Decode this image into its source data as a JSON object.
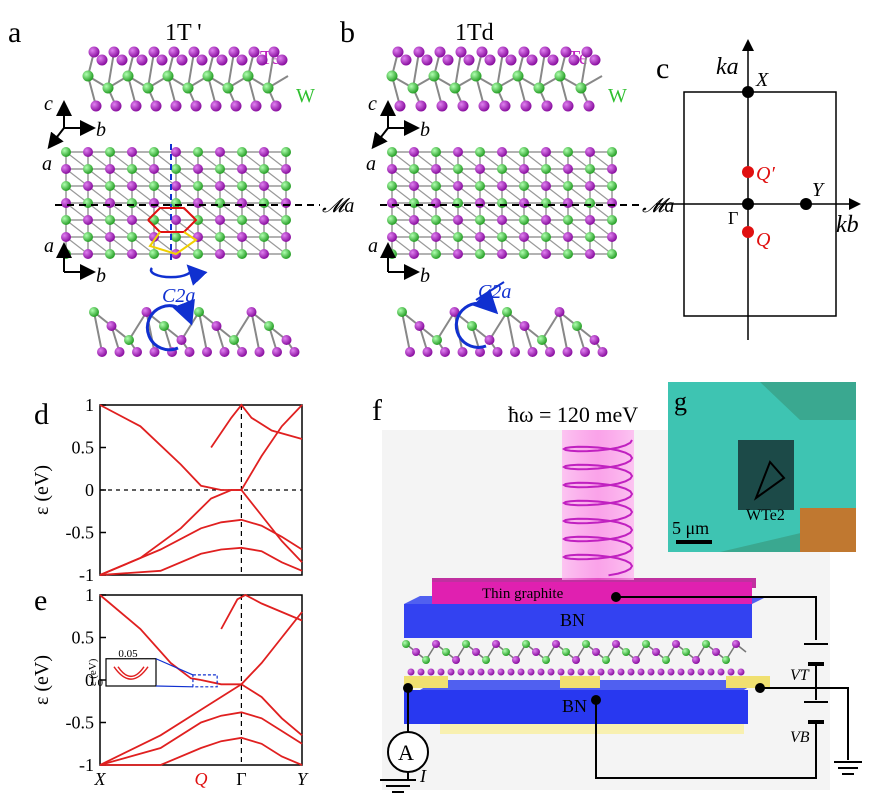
{
  "panel_letters": {
    "a": "a",
    "b": "b",
    "c": "c",
    "d": "d",
    "e": "e",
    "f": "f",
    "g": "g"
  },
  "panel_a": {
    "title": "1T '",
    "te_label": "Te",
    "w_label": "W",
    "axis_c": "c",
    "axis_b": "b",
    "axis_a": "a",
    "mirror_label": "𝓜a",
    "c2_label": "C2a"
  },
  "panel_b": {
    "title": "1Td",
    "te_label": "Te",
    "w_label": "W",
    "axis_c": "c",
    "axis_b": "b",
    "axis_a": "a",
    "mirror_label": "𝓜a",
    "c2_label": "C2a"
  },
  "panel_c": {
    "ka": "ka",
    "kb": "kb",
    "X": "X",
    "Y": "Y",
    "Gamma": "Γ",
    "Q": "Q",
    "Qp": "Q′"
  },
  "colors": {
    "te": "#a020b0",
    "w": "#40c840",
    "band": "#e02020",
    "accent_blue": "#1030d0",
    "q_red": "#e01010"
  },
  "chart_data": [
    {
      "type": "line",
      "panel": "d",
      "ylabel": "ε (eV)",
      "ylim": [
        -1,
        1
      ],
      "yticks": [
        "1",
        "0.5",
        "0",
        "-0.5",
        "-1"
      ],
      "gamma_x": 0.7,
      "series": [
        {
          "x": [
            0.0,
            0.2,
            0.4,
            0.5,
            0.6,
            0.7,
            0.8,
            0.9,
            1.0
          ],
          "y": [
            1.05,
            0.75,
            0.3,
            0.05,
            0.0,
            0.0,
            -0.3,
            -0.6,
            -0.85
          ]
        },
        {
          "x": [
            0.0,
            0.2,
            0.4,
            0.55,
            0.65,
            0.7,
            0.8,
            0.9,
            1.0
          ],
          "y": [
            -1.1,
            -0.8,
            -0.45,
            -0.1,
            0.0,
            0.0,
            0.4,
            0.75,
            1.0
          ]
        },
        {
          "x": [
            0.0,
            0.3,
            0.5,
            0.6,
            0.7,
            0.8,
            0.9,
            1.0
          ],
          "y": [
            -1.1,
            -0.7,
            -0.45,
            -0.38,
            -0.35,
            -0.42,
            -0.55,
            -0.7
          ]
        },
        {
          "x": [
            0.0,
            0.3,
            0.5,
            0.6,
            0.7,
            0.8,
            0.9,
            1.0
          ],
          "y": [
            -1.1,
            -0.95,
            -0.75,
            -0.7,
            -0.68,
            -0.72,
            -0.85,
            -0.95
          ]
        },
        {
          "x": [
            0.55,
            0.65,
            0.7,
            0.75,
            0.85,
            1.0
          ],
          "y": [
            0.5,
            0.85,
            1.0,
            0.85,
            0.7,
            0.6
          ]
        }
      ]
    },
    {
      "type": "line",
      "panel": "e",
      "ylabel": "ε (eV)",
      "ylim": [
        -1,
        1
      ],
      "yticks": [
        "1",
        "0.5",
        "0",
        "-0.5",
        "-1"
      ],
      "xticks": [
        "X",
        "Q",
        "Γ",
        "Y"
      ],
      "gamma_x": 0.7,
      "inset": {
        "ylabel": "ε (eV)",
        "yticks": [
          "0.05",
          "0"
        ]
      },
      "series": [
        {
          "x": [
            0.0,
            0.2,
            0.35,
            0.45,
            0.5
          ],
          "y": [
            1.05,
            0.6,
            0.2,
            0.02,
            0.0
          ]
        },
        {
          "x": [
            0.5,
            0.6,
            0.7,
            0.8,
            0.9,
            1.0
          ],
          "y": [
            0.0,
            -0.05,
            -0.05,
            0.2,
            0.5,
            0.8
          ]
        },
        {
          "x": [
            0.0,
            0.3,
            0.5,
            0.6,
            0.7,
            0.8,
            0.9,
            1.0
          ],
          "y": [
            -1.1,
            -0.65,
            -0.35,
            -0.2,
            -0.05,
            -0.2,
            -0.45,
            -0.65
          ]
        },
        {
          "x": [
            0.0,
            0.3,
            0.5,
            0.6,
            0.7,
            0.8,
            0.9,
            1.0
          ],
          "y": [
            -1.1,
            -0.8,
            -0.5,
            -0.42,
            -0.38,
            -0.45,
            -0.6,
            -0.75
          ]
        },
        {
          "x": [
            0.0,
            0.3,
            0.5,
            0.6,
            0.7,
            0.8,
            0.9,
            1.0
          ],
          "y": [
            -1.1,
            -1.0,
            -0.8,
            -0.72,
            -0.68,
            -0.75,
            -0.9,
            -1.0
          ]
        },
        {
          "x": [
            0.6,
            0.68,
            0.72,
            0.8,
            0.9,
            1.0
          ],
          "y": [
            0.6,
            0.95,
            1.0,
            0.9,
            0.8,
            0.7
          ]
        }
      ]
    }
  ],
  "panel_f": {
    "photon": "ħω = 120 meV",
    "graphite": "Thin graphite",
    "bn_top": "BN",
    "bn_bottom": "BN",
    "vt": "VT",
    "vb": "VB",
    "ammeter": "A",
    "current": "I"
  },
  "panel_g": {
    "scale": "5 μm",
    "sample": "WTe2"
  }
}
